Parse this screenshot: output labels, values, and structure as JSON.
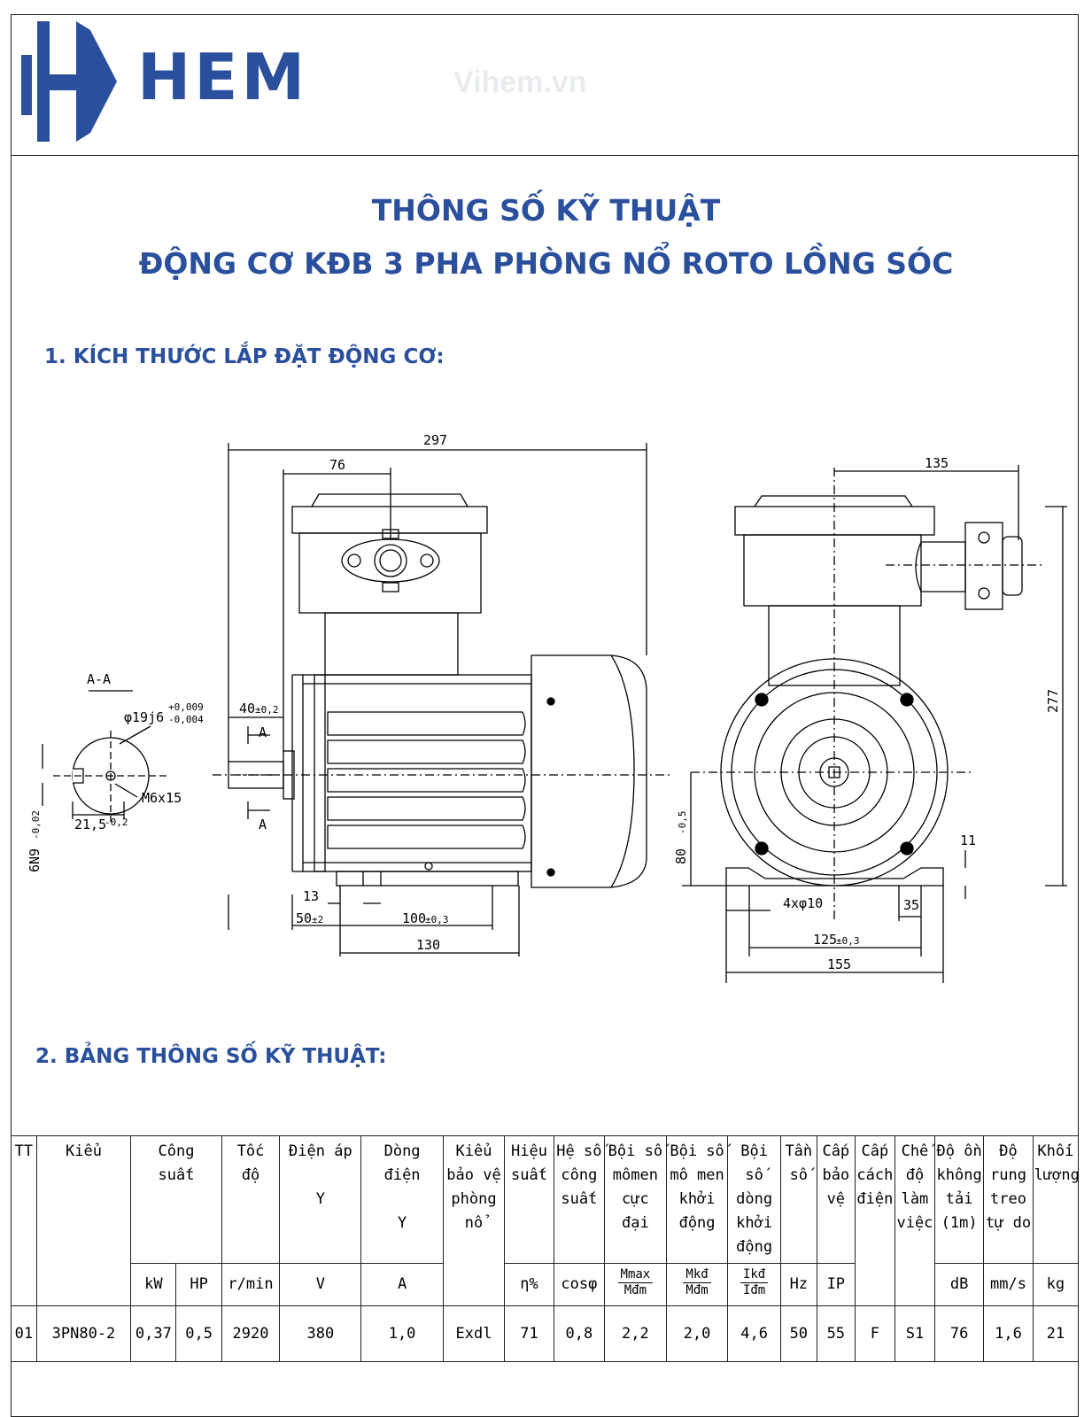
{
  "brand": {
    "logo_text": "HEM",
    "watermark": "Vihem.vn",
    "logo_color": "#2a4f9c"
  },
  "title": {
    "line1": "THÔNG SỐ KỸ THUẬT",
    "line2": "ĐỘNG CƠ KĐB 3 PHA PHÒNG NỔ ROTO LỒNG SÓC"
  },
  "section1": "1. KÍCH THƯỚC LẮP ĐẶT ĐỘNG CƠ:",
  "section2": "2. BẢNG THÔNG SỐ KỸ THUẬT:",
  "drawing": {
    "section_label": "A-A",
    "shaft_dia": "φ19j6",
    "shaft_tol_upper": "+0,009",
    "shaft_tol_lower": "-0,004",
    "thread": "M6x15",
    "key_height": "21,5",
    "key_height_tol": "-0,2",
    "keyway": "6N9",
    "keyway_tol": "-0,02",
    "cut_a": "A",
    "dims": {
      "overall_length": "297",
      "box_offset": "76",
      "shaft_length": "40",
      "shaft_length_tol": "±0,2",
      "foot_offset": "13",
      "front_to_hole": "50",
      "front_to_hole_tol": "±2",
      "hole_spacing": "100",
      "hole_spacing_tol": "±0,3",
      "foot_length": "130",
      "box_width": "135",
      "overall_height": "277",
      "center_height": "80",
      "center_height_tol": "-0,5",
      "foot_thickness": "11",
      "holes": "4xφ10",
      "foot_edge": "35",
      "hole_width": "125",
      "hole_width_tol": "±0,3",
      "foot_width": "155"
    }
  },
  "table": {
    "headers": {
      "tt": "TT",
      "kieu": "Kiểu",
      "cong_suat": [
        "Công",
        "suất"
      ],
      "toc_do": [
        "Tốc",
        "độ"
      ],
      "dien_ap": [
        "Điện áp",
        "",
        "Y"
      ],
      "dong_dien": [
        "Dòng điện",
        "",
        "Y"
      ],
      "bao_ve": [
        "Kiểu",
        "bảo vệ",
        "phòng",
        "nổ"
      ],
      "hieu_suat": [
        "Hiệu",
        "suất"
      ],
      "he_so": [
        "Hệ số",
        "công",
        "suất"
      ],
      "momen_max": [
        "Bội số",
        "mômen",
        "cực đại"
      ],
      "momen_kd": [
        "Bội số",
        "mô men",
        "khởi",
        "động"
      ],
      "dong_kd": [
        "Bội số",
        "dòng",
        "khởi",
        "động"
      ],
      "tan_so": [
        "Tần",
        "số"
      ],
      "cap_bao_ve": [
        "Cấp",
        "bảo",
        "vệ"
      ],
      "cach_dien": [
        "Cấp",
        "cách",
        "điện"
      ],
      "che_do": [
        "Chế",
        "độ",
        "làm",
        "việc"
      ],
      "do_on": [
        "Độ ồn",
        "không",
        "tải (1m)"
      ],
      "do_rung": [
        "Độ",
        "rung",
        "treo",
        "tự do"
      ],
      "khoi_luong": [
        "Khối",
        "lượng"
      ]
    },
    "units": {
      "kw": "kW",
      "hp": "HP",
      "rpm": "r/min",
      "v": "V",
      "a": "A",
      "eff": "η%",
      "cos": "cosφ",
      "mmax_n": "Mmax",
      "mmax_d": "Mđm",
      "mkd_n": "Mkđ",
      "mkd_d": "Mđm",
      "ikd_n": "Ikđ",
      "ikd_d": "Iđm",
      "hz": "Hz",
      "ip": "IP",
      "db": "dB",
      "mms": "mm/s",
      "kg": "kg"
    },
    "row": {
      "tt": "01",
      "kieu": "3PN80-2",
      "kw": "0,37",
      "hp": "0,5",
      "rpm": "2920",
      "v": "380",
      "a": "1,0",
      "bao_ve": "Exdl",
      "eff": "71",
      "cos": "0,8",
      "mmax": "2,2",
      "mkd": "2,0",
      "ikd": "4,6",
      "hz": "50",
      "ip": "55",
      "cach_dien": "F",
      "che_do": "S1",
      "db": "76",
      "mms": "1,6",
      "kg": "21"
    }
  }
}
